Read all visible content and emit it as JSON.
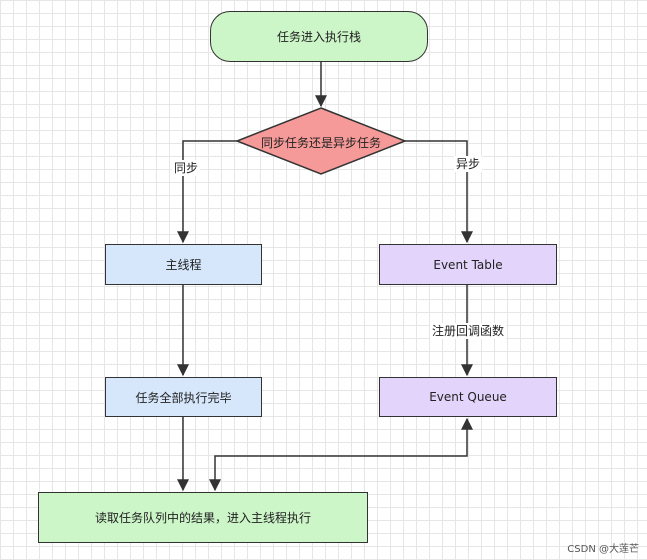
{
  "nodes": {
    "start": "任务进入执行栈",
    "decision": "同步任务还是异步任务",
    "main_thread": "主线程",
    "event_table": "Event Table",
    "task_done": "任务全部执行完毕",
    "event_queue": "Event Queue",
    "read_queue": "读取任务队列中的结果，进入主线程执行"
  },
  "edge_labels": {
    "sync": "同步",
    "async": "异步",
    "register_callback": "注册回调函数"
  },
  "watermark": "CSDN @大莲芒",
  "colors": {
    "green_node": "#ccf5c8",
    "blue_node": "#d6e6fb",
    "purple_node": "#e3d4fb",
    "decision_fill": "#f59a98",
    "stroke": "#333333"
  }
}
